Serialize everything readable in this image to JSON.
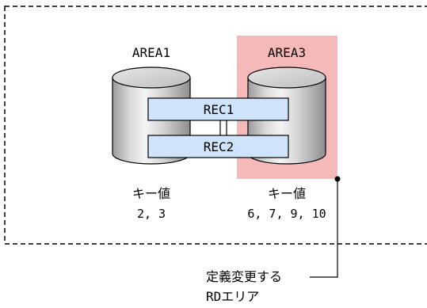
{
  "areas": [
    {
      "name": "AREA1",
      "key_label": "キー値",
      "key_values": "2, 3"
    },
    {
      "name": "AREA3",
      "key_label": "キー値",
      "key_values": "6, 7, 9, 10"
    }
  ],
  "records": [
    "REC1",
    "REC2"
  ],
  "callout": {
    "line1": "定義変更する",
    "line2": "RDエリア"
  },
  "colors": {
    "highlight": "#f6b9b9",
    "record_fill": "#cfe4fb",
    "cylinder_light": "#f0f0f0",
    "cylinder_mid": "#cdcdcd",
    "cylinder_dark": "#9a9a9a"
  }
}
